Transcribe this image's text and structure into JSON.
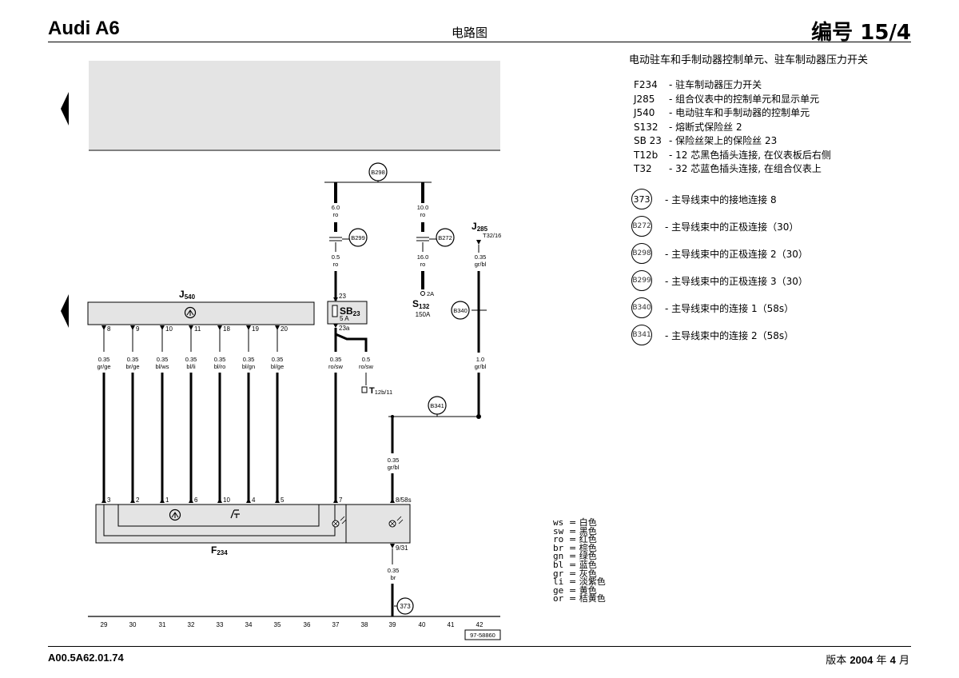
{
  "header": {
    "model": "Audi A6",
    "doc_type": "电路图",
    "number": "编号 15/4"
  },
  "subtitle": "电动驻车和手制动器控制单元、驻车制动器压力开关",
  "components": [
    {
      "code": "F234",
      "desc": "- 驻车制动器压力开关"
    },
    {
      "code": "J285",
      "desc": "- 组合仪表中的控制单元和显示单元"
    },
    {
      "code": "J540",
      "desc": "- 电动驻车和手制动器的控制单元"
    },
    {
      "code": "S132",
      "desc": "- 熔断式保险丝 2"
    },
    {
      "code": "SB 23",
      "desc": "- 保险丝架上的保险丝 23"
    },
    {
      "code": "T12b",
      "desc": "- 12 芯黑色插头连接, 在仪表板后右侧"
    },
    {
      "code": "T32",
      "desc": "- 32 芯蓝色插头连接, 在组合仪表上"
    }
  ],
  "connections": [
    {
      "id": "373",
      "desc": "- 主导线束中的接地连接 8"
    },
    {
      "id": "B272",
      "desc": "- 主导线束中的正极连接（30）"
    },
    {
      "id": "B298",
      "desc": "- 主导线束中的正极连接 2（30）"
    },
    {
      "id": "B299",
      "desc": "- 主导线束中的正极连接 3（30）"
    },
    {
      "id": "B340",
      "desc": "- 主导线束中的连接 1（58s）"
    },
    {
      "id": "B341",
      "desc": "- 主导线束中的连接 2（58s）"
    }
  ],
  "color_codes": [
    {
      "abbr": "ws",
      "desc": "= 白色"
    },
    {
      "abbr": "sw",
      "desc": "= 黑色"
    },
    {
      "abbr": "ro",
      "desc": "= 红色"
    },
    {
      "abbr": "br",
      "desc": "= 棕色"
    },
    {
      "abbr": "gn",
      "desc": "= 绿色"
    },
    {
      "abbr": "bl",
      "desc": "= 蓝色"
    },
    {
      "abbr": "gr",
      "desc": "= 灰色"
    },
    {
      "abbr": "li",
      "desc": "= 淡紫色"
    },
    {
      "abbr": "ge",
      "desc": "= 黄色"
    },
    {
      "abbr": "or",
      "desc": "= 桔黄色"
    }
  ],
  "footer": {
    "doc_id": "A00.5A62.01.74",
    "version_prefix": "版本",
    "year": "2004",
    "year_word": "年",
    "month": "4",
    "month_word": "月"
  },
  "diagram": {
    "j540_label": "J",
    "j540_sub": "540",
    "f234_label": "F",
    "f234_sub": "234",
    "j285_label": "J",
    "j285_sub": "285",
    "j285_pin": "T32/16",
    "sb23_label": "SB",
    "sb23_sub": "23",
    "sb23_amp": "5 A",
    "sb23_pin_top": "23",
    "sb23_pin_bottom": "23a",
    "s132_label": "S",
    "s132_sub": "132",
    "s132_amp": "150A",
    "s132_pin": "2A",
    "t12b_label": "T",
    "t12b_sub": "12b/11",
    "drawing_number": "97-58860",
    "j540_pins": [
      "8",
      "9",
      "10",
      "11",
      "18",
      "19",
      "20"
    ],
    "j540_wires": [
      {
        "size": "0.35",
        "color": "gr/ge"
      },
      {
        "size": "0.35",
        "color": "br/ge"
      },
      {
        "size": "0.35",
        "color": "bl/ws"
      },
      {
        "size": "0.35",
        "color": "bl/li"
      },
      {
        "size": "0.35",
        "color": "bl/ro"
      },
      {
        "size": "0.35",
        "color": "bl/gn"
      },
      {
        "size": "0.35",
        "color": "bl/ge"
      }
    ],
    "f234_pins": [
      "3",
      "2",
      "1",
      "6",
      "10",
      "4",
      "5",
      "7"
    ],
    "f234_pin_58s": "8/58s",
    "f234_pin_31": "9/31",
    "wire_ro_sw_main": {
      "size": "0.35",
      "color": "ro/sw"
    },
    "wire_ro_sw_t12": {
      "size": "0.5",
      "color": "ro/sw"
    },
    "wire_b298_left": {
      "size": "6.0",
      "color": "ro"
    },
    "wire_b298_right": {
      "size": "10.0",
      "color": "ro"
    },
    "wire_b299_down": {
      "size": "0.5",
      "color": "ro"
    },
    "wire_b272_down": {
      "size": "16.0",
      "color": "ro"
    },
    "wire_j285": {
      "size": "0.35",
      "color": "gr/bl"
    },
    "wire_b340_down": {
      "size": "1.0",
      "color": "gr/bl"
    },
    "wire_b341_down": {
      "size": "0.35",
      "color": "gr/bl"
    },
    "wire_ground": {
      "size": "0.35",
      "color": "br"
    },
    "circle_b298": "B298",
    "circle_b299": "B299",
    "circle_b272": "B272",
    "circle_b340": "B340",
    "circle_b341": "B341",
    "circle_373": "373",
    "columns": [
      "29",
      "30",
      "31",
      "32",
      "33",
      "34",
      "35",
      "36",
      "37",
      "38",
      "39",
      "40",
      "41",
      "42"
    ]
  }
}
